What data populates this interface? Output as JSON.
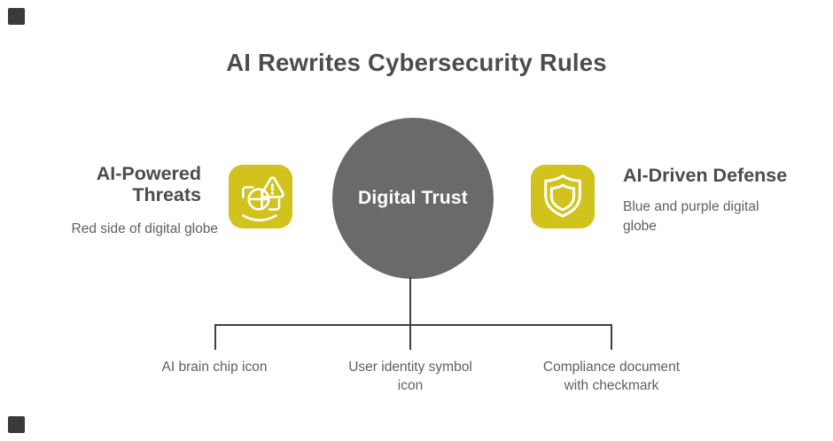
{
  "title": "AI Rewrites Cybersecurity Rules",
  "center_node": {
    "label": "Digital Trust"
  },
  "left_card": {
    "heading": "AI-Powered Threats",
    "description": "Red side of digital globe",
    "icon": "globe-scan-warning-icon"
  },
  "right_card": {
    "heading": "AI-Driven Defense",
    "description": "Blue and purple digital globe",
    "icon": "shield-icon"
  },
  "branches": [
    {
      "label": "AI brain chip icon"
    },
    {
      "label": "User identity symbol icon"
    },
    {
      "label": "Compliance document with checkmark"
    }
  ],
  "colors": {
    "accent_yellow": "#d1c21d",
    "hub_gray": "#6a6a6a",
    "heading_gray": "#4c4c4c",
    "body_gray": "#5f5f5f",
    "line_gray": "#3f3f3f",
    "background": "#ffffff"
  }
}
